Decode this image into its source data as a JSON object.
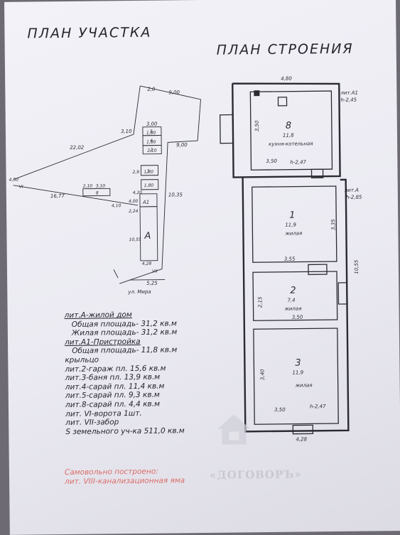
{
  "titles": {
    "site_plan": "ПЛАН УЧАСТКА",
    "building_plan": "ПЛАН СТРОЕНИЯ"
  },
  "site": {
    "dims": [
      "2,0",
      "9,00",
      "3,10",
      "3,00",
      "22,02",
      "9,00",
      "1,80",
      "1,80",
      "2,10",
      "2,9",
      "1,80",
      "1,80",
      "4,20",
      "10,35",
      "2,10",
      "3,10",
      "4,10",
      "4,00",
      "2,24",
      "16,77",
      "10,55",
      "4,28",
      "5,25",
      "4,50"
    ],
    "letters": {
      "a1": "А1",
      "a": "А",
      "v8": "8",
      "roman_vi": "VI",
      "roman_vii": "VII",
      "small": [
        "5",
        "4",
        "2",
        "3"
      ]
    },
    "street": "ул. Мира"
  },
  "building": {
    "dims": {
      "top": "4,80",
      "lit_a1": "лит.А1",
      "lit_a1_h": "h-2,45",
      "kitchen_w": "3,50",
      "kitchen_h": "h-2,47",
      "side_350": "3,50",
      "lit_a": "лит.А",
      "lit_a_h": "h-2,85",
      "room1_side": "3,35",
      "mid_355": "3,55",
      "right_1055": "10,55",
      "room2_left": "2,15",
      "room2_w": "3,50",
      "room3_left": "3,40",
      "room3_w": "3,50",
      "room3_h": "h-2,47",
      "bottom": "4,28"
    },
    "rooms": {
      "kitchen": {
        "num": "8",
        "area": "11,8",
        "name": "кухня-котельная"
      },
      "r1": {
        "num": "1",
        "area": "11,9",
        "name": "жилая"
      },
      "r2": {
        "num": "2",
        "area": "7,4",
        "name": "жилая"
      },
      "r3": {
        "num": "3",
        "area": "11,9",
        "name": "жилая"
      }
    }
  },
  "legend": [
    {
      "text": "лит.А-жилой дом",
      "style": "u"
    },
    {
      "text": "Общая площадь- 31,2 кв.м",
      "style": "ind"
    },
    {
      "text": "Жилая площадь- 31,2 кв.м",
      "style": "ind"
    },
    {
      "text": "лит.А1-Пристройка",
      "style": "u"
    },
    {
      "text": "Общая площадь- 11,8 кв.м",
      "style": "ind"
    },
    {
      "text": "крыльцо",
      "style": ""
    },
    {
      "text": "лит.2-гараж пл. 15,6 кв.м",
      "style": ""
    },
    {
      "text": "лит.3-баня пл. 13,9 кв.м",
      "style": ""
    },
    {
      "text": "лит.4-сарай пл. 11,4 кв.м",
      "style": ""
    },
    {
      "text": "лит.5-сарай пл. 9,3 кв.м",
      "style": ""
    },
    {
      "text": "лит.8-сарай пл. 4,4 кв.м",
      "style": ""
    },
    {
      "text": "лит. VI-ворота 1шт.",
      "style": ""
    },
    {
      "text": "лит. VII-забор",
      "style": ""
    },
    {
      "text": "S земельного уч-ка 511,0 кв.м",
      "style": ""
    }
  ],
  "red_note": [
    "Самовольно построено:",
    "лит. VIII-канализационная яма"
  ],
  "watermark": "«ДОГОВОРЪ»",
  "colors": {
    "ink": "#26262e",
    "paper": "#efeef5",
    "red": "#d9453a"
  }
}
